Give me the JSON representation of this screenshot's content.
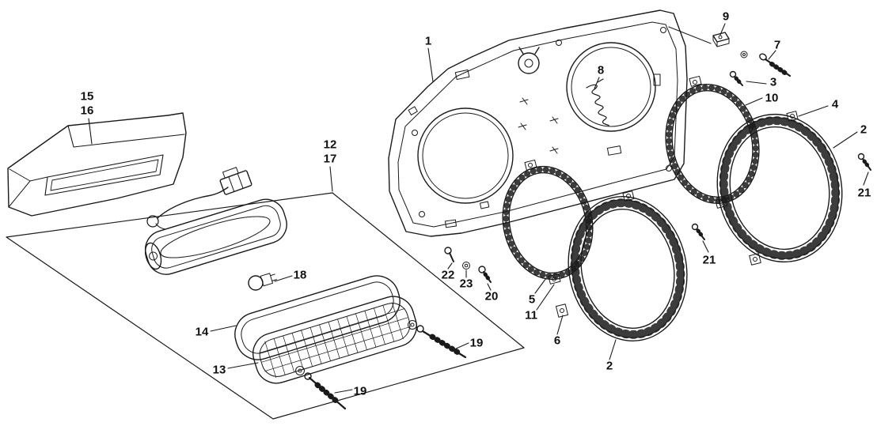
{
  "colors": {
    "background": "#ffffff",
    "line": "#1a1a1a",
    "label": "#111111"
  },
  "callouts": [
    {
      "id": "part-1",
      "text": "1"
    },
    {
      "id": "part-15",
      "text": "15"
    },
    {
      "id": "part-16",
      "text": "16"
    },
    {
      "id": "part-12",
      "text": "12"
    },
    {
      "id": "part-17",
      "text": "17"
    },
    {
      "id": "part-9",
      "text": "9"
    },
    {
      "id": "part-7",
      "text": "7"
    },
    {
      "id": "part-3",
      "text": "3"
    },
    {
      "id": "part-10",
      "text": "10"
    },
    {
      "id": "part-8",
      "text": "8"
    },
    {
      "id": "part-4",
      "text": "4"
    },
    {
      "id": "part-2-right",
      "text": "2"
    },
    {
      "id": "part-21-right",
      "text": "21"
    },
    {
      "id": "part-21-mid",
      "text": "21"
    },
    {
      "id": "part-22",
      "text": "22"
    },
    {
      "id": "part-23",
      "text": "23"
    },
    {
      "id": "part-20",
      "text": "20"
    },
    {
      "id": "part-5",
      "text": "5"
    },
    {
      "id": "part-11",
      "text": "11"
    },
    {
      "id": "part-6",
      "text": "6"
    },
    {
      "id": "part-2-bottom",
      "text": "2"
    },
    {
      "id": "part-18",
      "text": "18"
    },
    {
      "id": "part-14",
      "text": "14"
    },
    {
      "id": "part-13",
      "text": "13"
    },
    {
      "id": "part-19-right",
      "text": "19"
    },
    {
      "id": "part-19-bottom",
      "text": "19"
    }
  ]
}
